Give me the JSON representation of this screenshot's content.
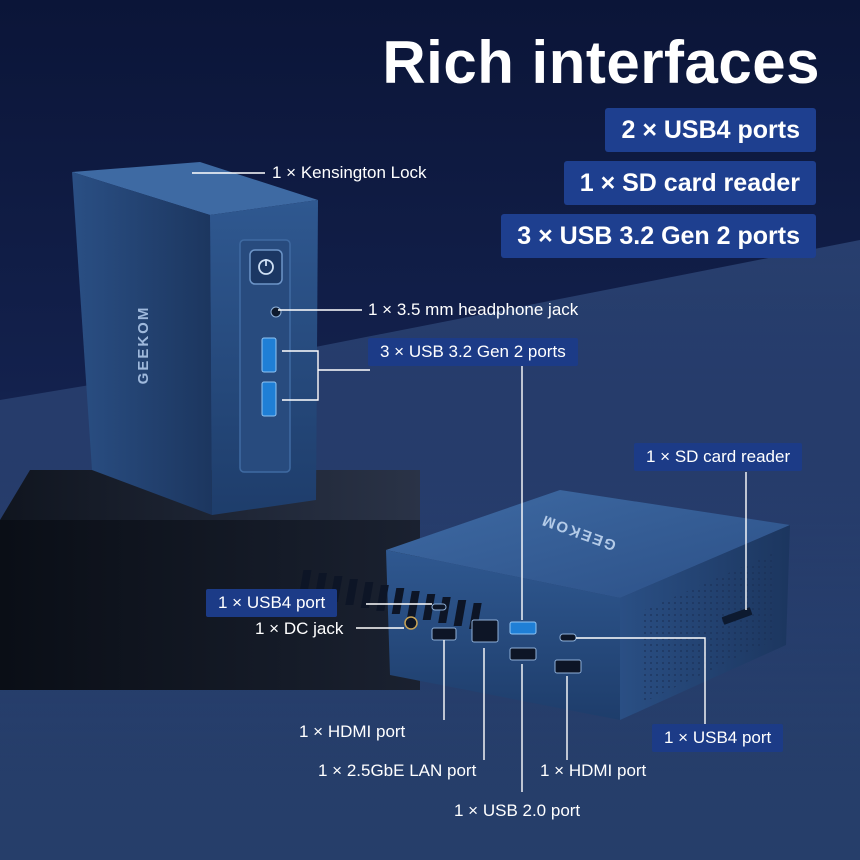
{
  "headline": "Rich interfaces",
  "feature_pills": [
    "2 × USB4 ports",
    "1 × SD card reader",
    "3 × USB 3.2 Gen 2 ports"
  ],
  "brand": "GEEKOM",
  "callouts": {
    "kensington": "1 × Kensington Lock",
    "headphone": "1 × 3.5 mm headphone jack",
    "usb32_front": "3 × USB 3.2 Gen 2 ports",
    "sd_reader": "1 × SD card reader",
    "usb4_left": "1 × USB4 port",
    "dc_jack": "1 × DC jack",
    "hdmi_left": "1 × HDMI port",
    "lan": "1 × 2.5GbE LAN port",
    "hdmi_right": "1 × HDMI  port",
    "usb2": "1 × USB 2.0 port",
    "usb4_right": "1 × USB4 port"
  },
  "colors": {
    "background_top": "#0b1538",
    "pill": "#1e3f8f",
    "device_body": "#2f5a8f"
  }
}
